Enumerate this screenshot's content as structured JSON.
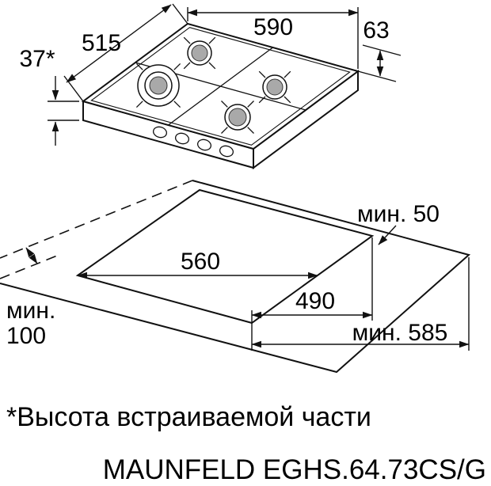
{
  "hob": {
    "dim_width": "590",
    "dim_right_offset": "63",
    "dim_depth": "515",
    "dim_height": "37*"
  },
  "cutout": {
    "dim_width": "560",
    "dim_depth": "490",
    "dim_back_clearance": "мин. 50",
    "dim_counter_depth": "мин. 585",
    "dim_left_clearance_line1": "мин.",
    "dim_left_clearance_line2": "100"
  },
  "footer": {
    "footnote": "*Высота встраиваемой части",
    "model": "MAUNFELD EGHS.64.73CS/G"
  },
  "colors": {
    "line": "#111111",
    "burner_cap": "#a9a9a9",
    "background": "#ffffff"
  }
}
